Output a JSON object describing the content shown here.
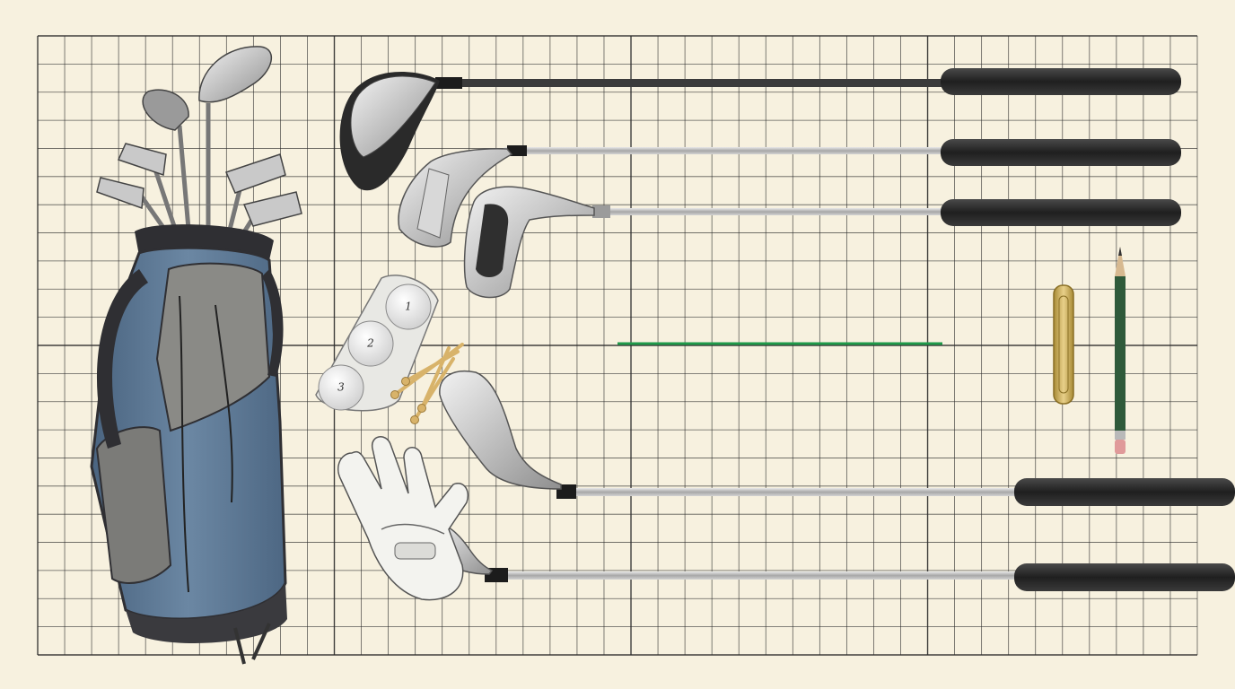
{
  "scene": {
    "background_color": "#f7f1df",
    "grid_color": "#2b2b2b",
    "guide_line_color": "#1f9a4a",
    "grid": {
      "columns": 43,
      "rows": 22
    }
  },
  "golf_bag": {
    "color": "#5d7894",
    "panel_color": "#8a8a86",
    "trim_color": "#2f2f33"
  },
  "clubs": [
    {
      "type": "driver"
    },
    {
      "type": "iron"
    },
    {
      "type": "putter"
    },
    {
      "type": "wedge"
    },
    {
      "type": "hybrid"
    }
  ],
  "balls": {
    "sleeve_numbers": [
      "1",
      "2",
      "3"
    ]
  },
  "tees": {
    "count": 4,
    "color": "#d8b36a"
  },
  "accessories": {
    "money_clip_color": "#c8a956",
    "pencil_color": "#2f5a3a"
  }
}
